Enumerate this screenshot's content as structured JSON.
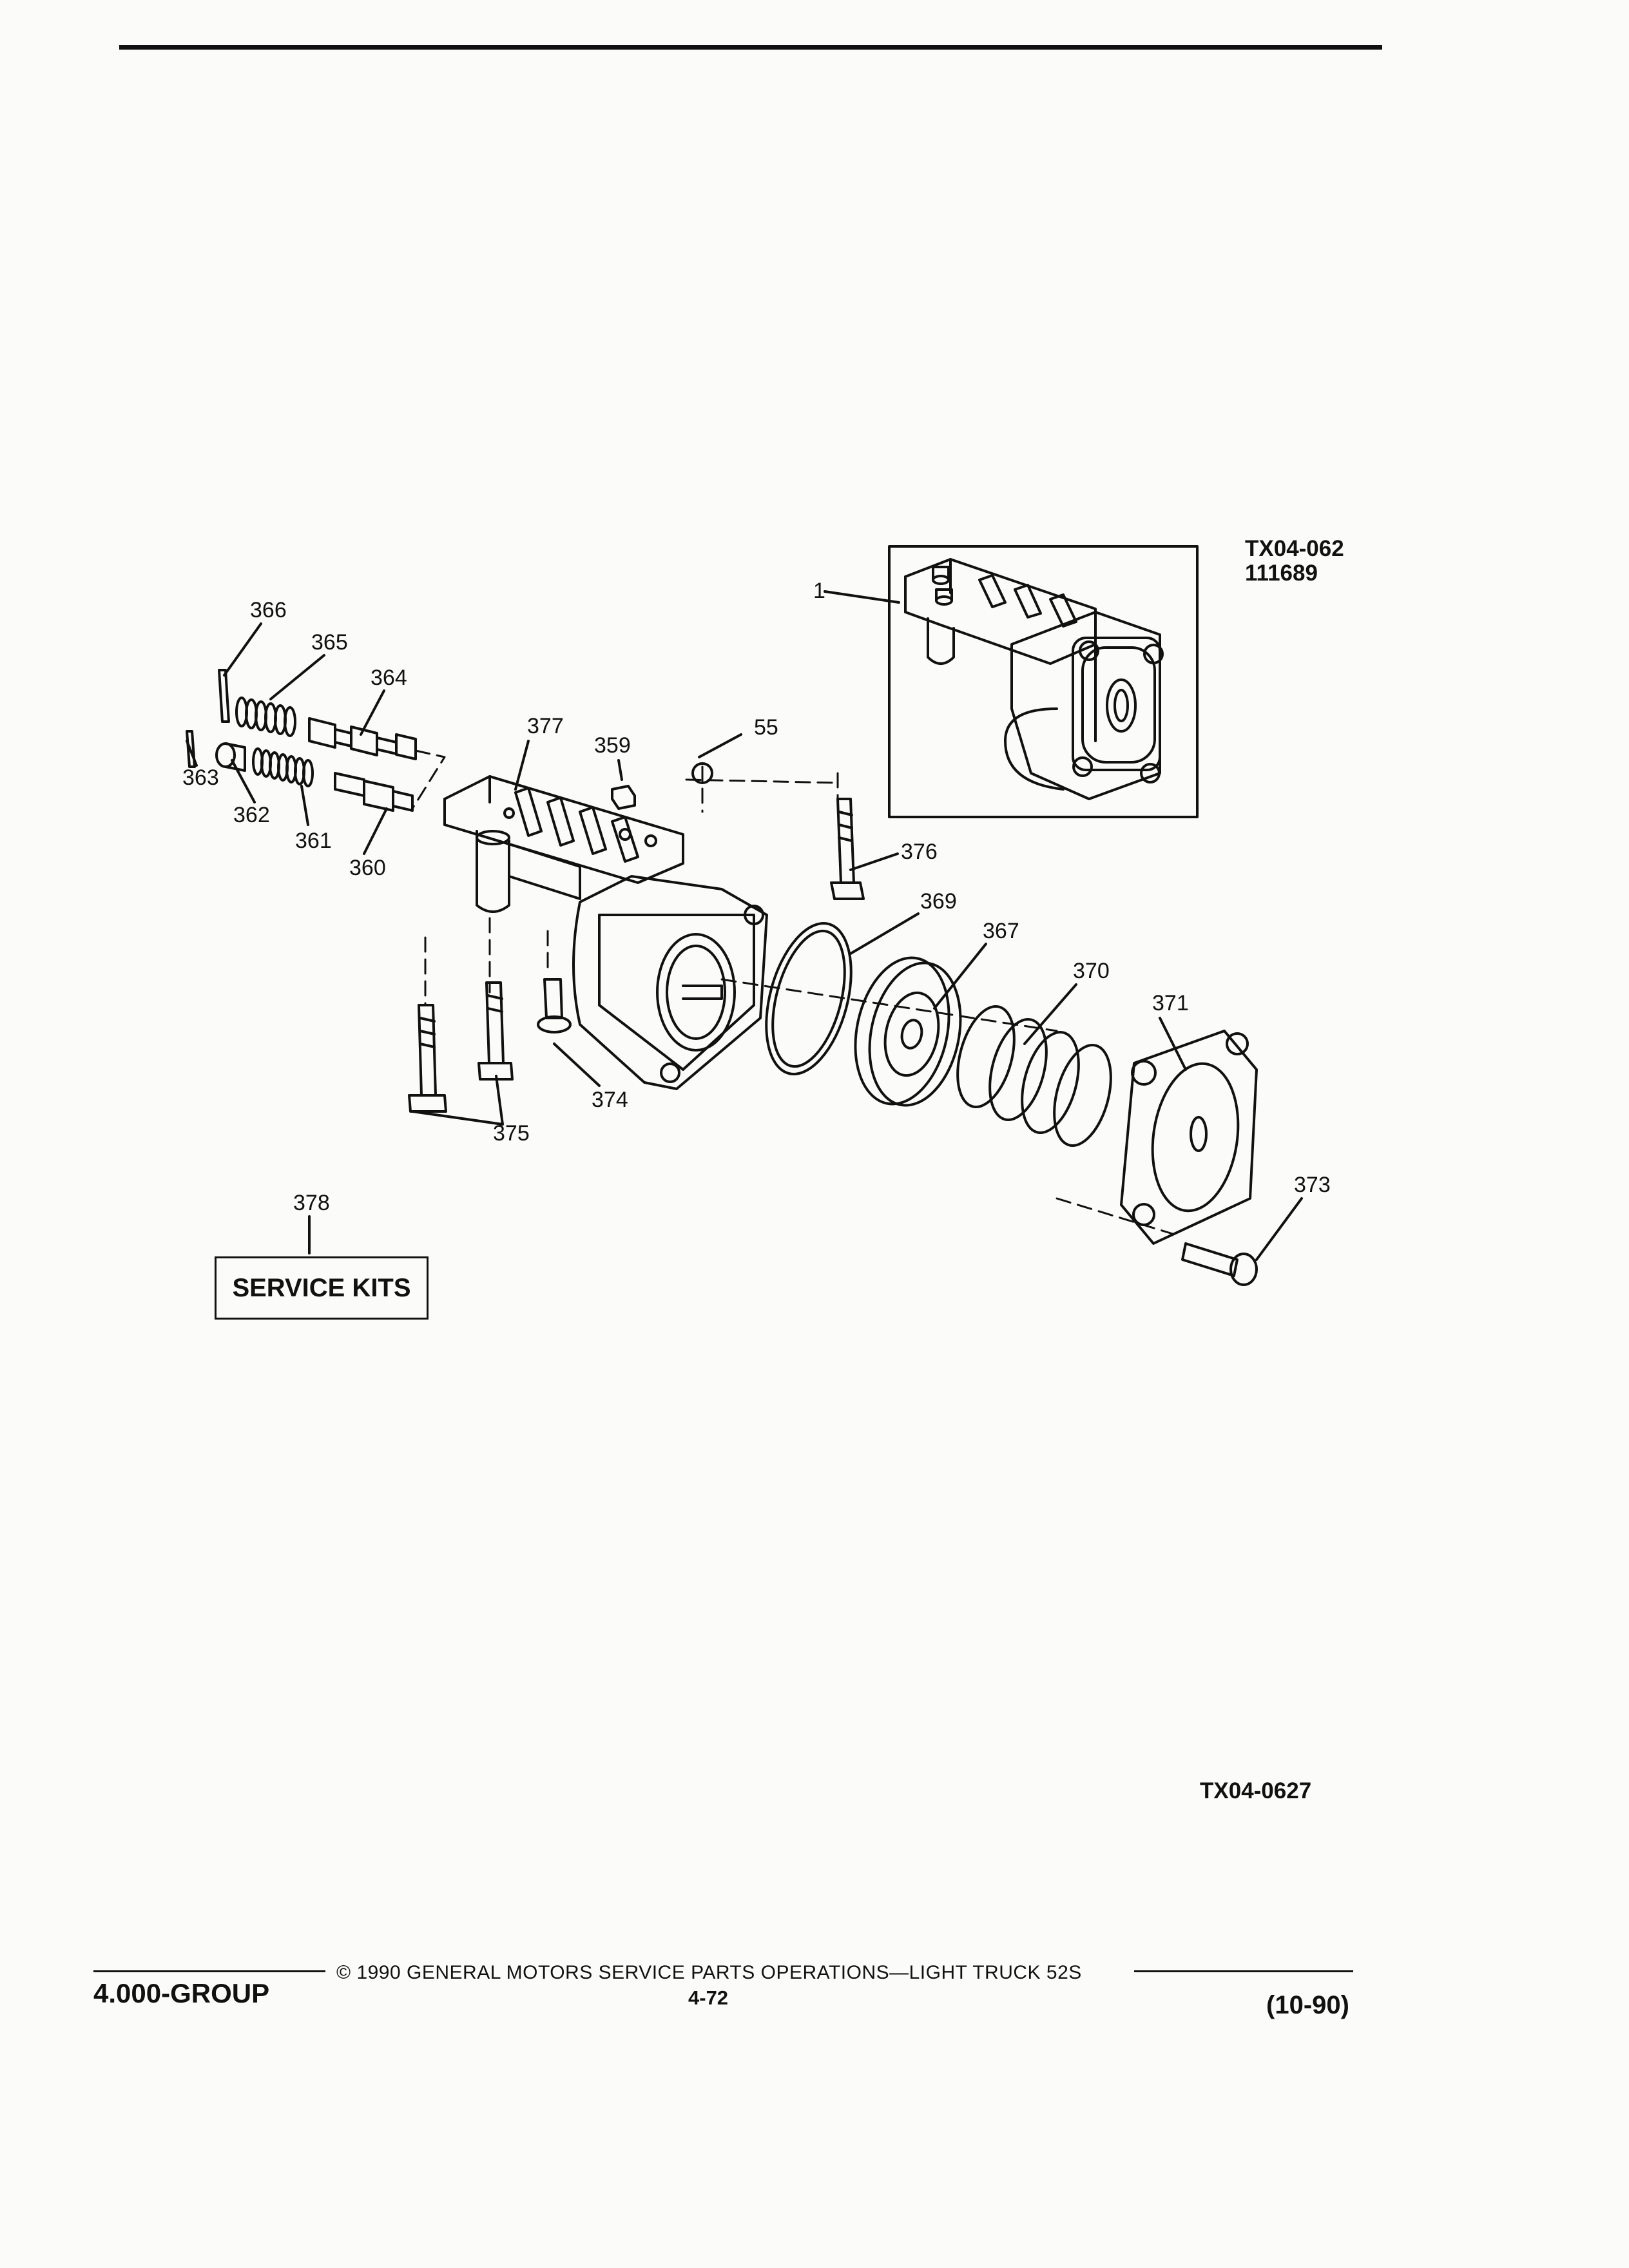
{
  "header": {},
  "diagram": {
    "inset_code": "TX04-062",
    "inset_number": "111689",
    "figure_code": "TX04-0627",
    "callouts": [
      "1",
      "366",
      "365",
      "364",
      "363",
      "362",
      "361",
      "360",
      "377",
      "359",
      "55",
      "376",
      "369",
      "367",
      "370",
      "371",
      "373",
      "374",
      "375",
      "378"
    ],
    "service_kits_label": "SERVICE KITS"
  },
  "footer": {
    "group": "4.000-GROUP",
    "copyright": "© 1990  GENERAL MOTORS SERVICE PARTS OPERATIONS—LIGHT TRUCK 52S",
    "page": "4-72",
    "date": "(10-90)"
  }
}
